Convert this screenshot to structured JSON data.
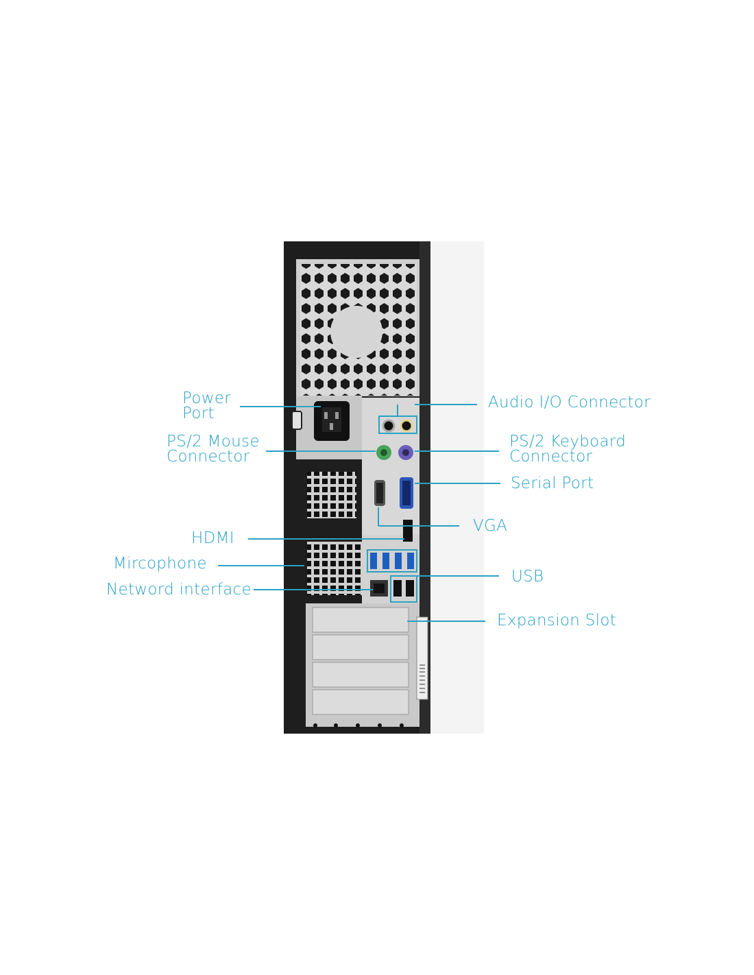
{
  "labels": {
    "power_port": [
      "Power",
      "Port"
    ],
    "audio_io": "Audio I/O Connector",
    "ps2_mouse": [
      "PS/2 Mouse",
      "Connector"
    ],
    "ps2_keyboard": [
      "PS/2 Keyboard",
      "Connector"
    ],
    "serial_port": "Serial Port",
    "vga": "VGA",
    "hdmi": "HDMI",
    "microphone": "Mircophone",
    "network": "Netword interface",
    "usb": "USB",
    "expansion_slot": "Expansion Slot"
  },
  "colors": {
    "callout": "#2aa2c4",
    "chassis": "#1f1f1f",
    "panel": "#d6d6d6"
  }
}
